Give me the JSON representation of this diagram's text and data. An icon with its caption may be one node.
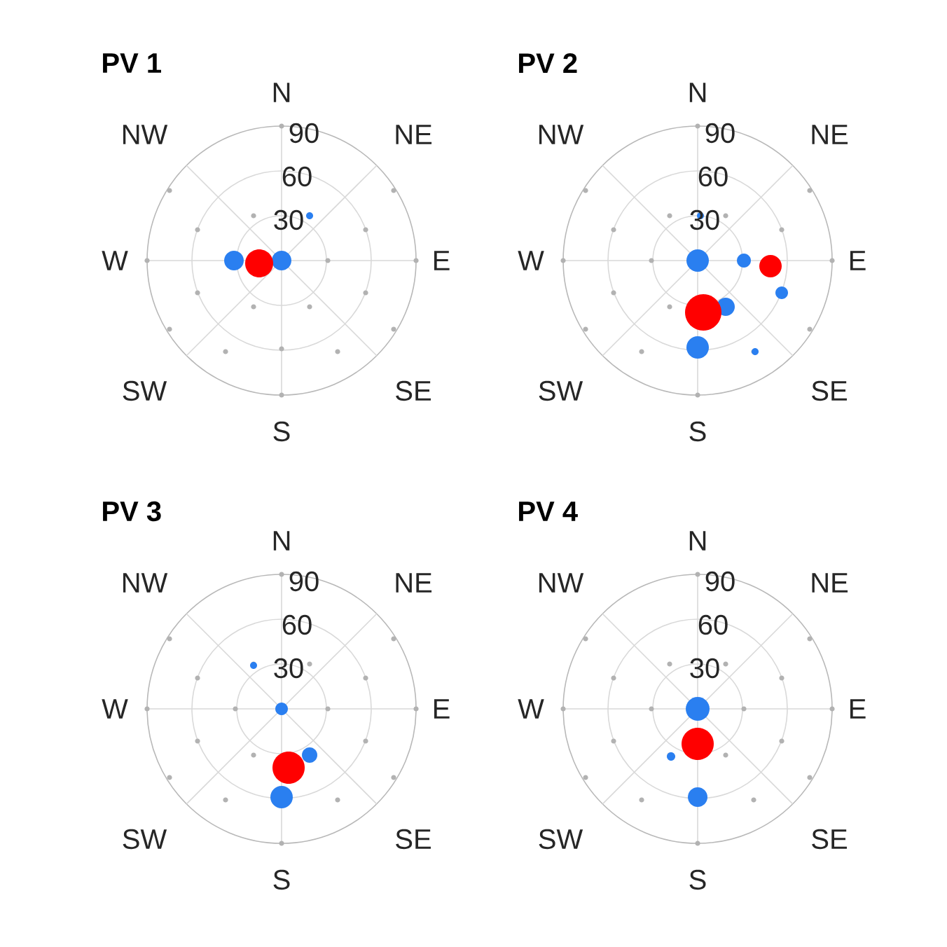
{
  "diagram": {
    "labels": [
      "PV 1",
      "N",
      "NW",
      "90",
      "NE",
      "60",
      "30",
      "W",
      "E",
      "SW",
      "SE",
      "S",
      "PV 2",
      "N",
      "NW",
      "90",
      "NE",
      "60",
      "30",
      "W",
      "E",
      "SW",
      "SE",
      "S",
      "PV 3",
      "N",
      "NW",
      "90",
      "NE",
      "60",
      "30",
      "W",
      "E",
      "SW",
      "SE",
      "S",
      "PV 4",
      "N",
      "NW",
      "90",
      "NE",
      "60",
      "30",
      "W",
      "E",
      "SW",
      "SE",
      "S"
    ]
  }
}
